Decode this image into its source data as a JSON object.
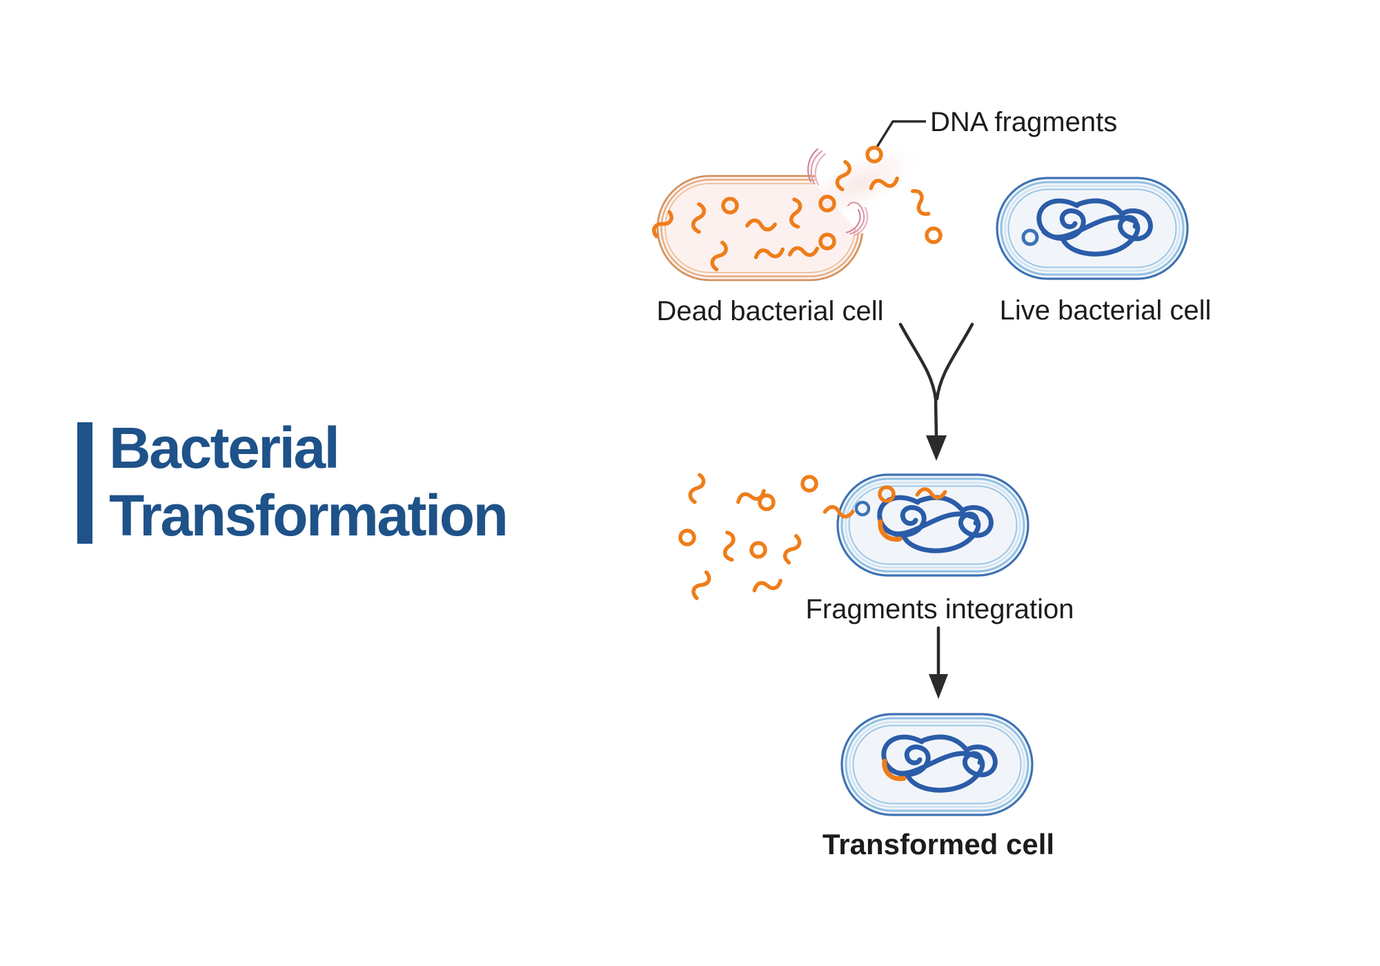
{
  "title": {
    "line1": "Bacterial",
    "line2": "Transformation"
  },
  "diagram": {
    "dna_fragments_label": "DNA fragments",
    "step1": {
      "dead_cell_label": "Dead bacterial cell",
      "live_cell_label": "Live bacterial cell"
    },
    "step2": {
      "integration_label": "Fragments integration"
    },
    "step3": {
      "transformed_cell_label": "Transformed cell"
    }
  },
  "colors": {
    "background": "#ffffff",
    "title_blue": "#1e5289",
    "label_text": "#1c1c1c",
    "arrow": "#2b2b2b",
    "fragment_orange": "#ef7d1a",
    "dna_tangle_blue": "#2b5ca8",
    "live_cell_membrane": "#3d72b3",
    "live_cell_membrane_light": "#8fc0e2",
    "live_cell_fill": "#f1f5fa",
    "dead_cell_membrane": "#d2945f",
    "dead_cell_fill": "#fcf1ef",
    "dead_cell_break_pink": "#dc9aae"
  }
}
